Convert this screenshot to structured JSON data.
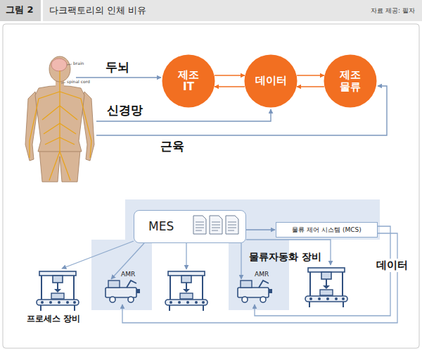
{
  "diagram": {
    "title": "다크팩토리의 인체 비유",
    "nodes": [
      {
        "text": [
          "제조 IT"
        ]
      },
      {
        "text": [
          "데이터"
        ]
      },
      {
        "text": [
          "제조 물류"
        ]
      },
      {
        "text": [
          "MES"
        ]
      },
      {
        "text": [
          "물류 제어 시스템 (MCS)"
        ]
      }
    ],
    "edges": [
      {
        "from": 0,
        "to": 1,
        "arrow": "to"
      },
      {
        "from": 1,
        "to": 0,
        "arrow": "to"
      },
      {
        "from": 1,
        "to": 2,
        "arrow": "to"
      },
      {
        "from": 2,
        "to": 1,
        "arrow": "to"
      },
      {
        "from": 3,
        "to": 4,
        "arrow": "to"
      }
    ],
    "labels": [
      "그림 2",
      "자료 제공: 필자",
      "brain",
      "spinal cord",
      "두뇌",
      "신경망",
      "근육",
      "물류자동화 장비",
      "데이터",
      "AMR",
      "AMR",
      "프로세스 장비"
    ]
  }
}
